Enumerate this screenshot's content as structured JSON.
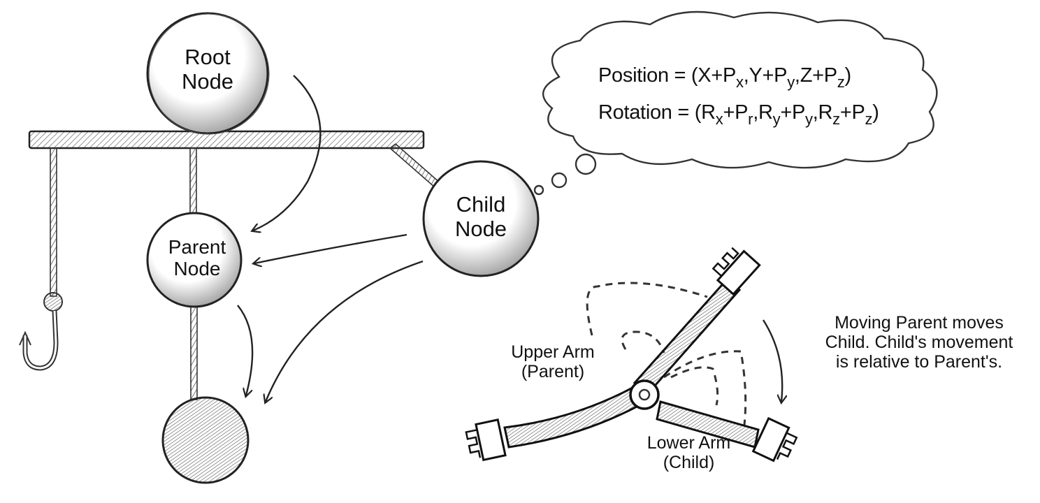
{
  "diagram": {
    "style": "pencil-sketch",
    "nodes": {
      "root": {
        "line1": "Root",
        "line2": "Node"
      },
      "parent": {
        "line1": "Parent",
        "line2": "Node"
      },
      "child": {
        "line1": "Child",
        "line2": "Node"
      },
      "bottom": {
        "label": ""
      }
    },
    "thought_bubble": {
      "position": {
        "prefix": "Position = (",
        "terms": [
          {
            "base": "X+P",
            "sub": "x",
            "sep": ","
          },
          {
            "base": "Y+P",
            "sub": "y",
            "sep": ","
          },
          {
            "base": "Z+P",
            "sub": "z",
            "sep": ")"
          }
        ]
      },
      "rotation": {
        "prefix": "Rotation = (",
        "terms": [
          {
            "base": "R",
            "sub": "x",
            "mid": "+P",
            "sub2": "r",
            "sep": ","
          },
          {
            "base": "R",
            "sub": "y",
            "mid": "+P",
            "sub2": "y",
            "sep": ","
          },
          {
            "base": "R",
            "sub": "z",
            "mid": "+P",
            "sub2": "z",
            "sep": ")"
          }
        ]
      }
    },
    "arm": {
      "upper_label_line1": "Upper Arm",
      "upper_label_line2": "(Parent)",
      "lower_label_line1": "Lower Arm",
      "lower_label_line2": "(Child)",
      "note_line1": "Moving Parent moves",
      "note_line2": "Child. Child's movement",
      "note_line3": "is relative to Parent's."
    },
    "colors": {
      "ink": "#222222",
      "shade": "#777777",
      "paper": "#ffffff"
    }
  }
}
